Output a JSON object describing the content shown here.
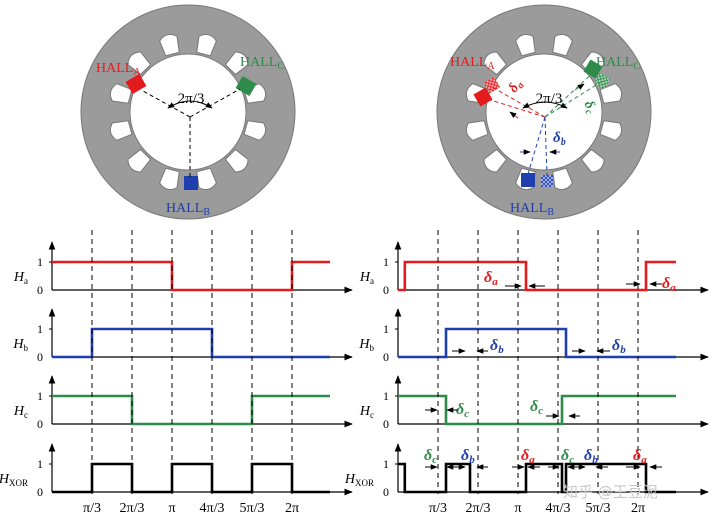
{
  "colors": {
    "a": "#e41a1c",
    "b": "#1f3fae",
    "c": "#2e8b4a",
    "xor": "#000000",
    "stator": "#9b9b9b",
    "watermark": "#c9c9c9"
  },
  "motor_left": {
    "hall_a": "HALL",
    "hall_a_sub": "A",
    "hall_b": "HALL",
    "hall_b_sub": "B",
    "hall_c": "HALL",
    "hall_c_sub": "C",
    "angle": "2π/3"
  },
  "motor_right": {
    "hall_a": "HALL",
    "hall_a_sub": "A",
    "hall_b": "HALL",
    "hall_b_sub": "B",
    "hall_c": "HALL",
    "hall_c_sub": "C",
    "angle": "2π/3",
    "delta_a": "δ",
    "delta_a_sub": "a",
    "delta_b": "δ",
    "delta_b_sub": "b",
    "delta_c": "δ",
    "delta_c_sub": "c"
  },
  "y_labels": {
    "ha": "H",
    "ha_sub": "a",
    "hb": "H",
    "hb_sub": "b",
    "hc": "H",
    "hc_sub": "c",
    "hxor": "H",
    "hxor_sub": "XOR",
    "one": "1",
    "zero": "0"
  },
  "x_ticks": [
    "π/3",
    "2π/3",
    "π",
    "4π/3",
    "5π/3",
    "2π"
  ],
  "right_annotations": {
    "delta": "δ",
    "sub_a": "a",
    "sub_b": "b",
    "sub_c": "c"
  },
  "chart_data": {
    "type": "line",
    "x_ticks": [
      "π/3",
      "2π/3",
      "π",
      "4π/3",
      "5π/3",
      "2π"
    ],
    "left_series": {
      "Ha": {
        "breaks": [
          [
            0,
            1
          ],
          [
            3,
            0
          ],
          [
            6,
            1
          ]
        ]
      },
      "Hb": {
        "breaks": [
          [
            0,
            0
          ],
          [
            1,
            1
          ],
          [
            4,
            0
          ]
        ]
      },
      "Hc": {
        "breaks": [
          [
            0,
            1
          ],
          [
            2,
            0
          ],
          [
            5,
            1
          ]
        ]
      },
      "HXOR": {
        "breaks": [
          [
            0,
            0
          ],
          [
            1,
            1
          ],
          [
            2,
            0
          ],
          [
            3,
            1
          ],
          [
            4,
            0
          ],
          [
            5,
            1
          ],
          [
            6,
            0
          ]
        ]
      }
    },
    "right_series": {
      "Ha": {
        "breaks": [
          [
            0,
            0
          ],
          [
            0.17,
            1
          ],
          [
            3.2,
            0
          ],
          [
            6.2,
            1
          ]
        ]
      },
      "Hb": {
        "breaks": [
          [
            0,
            0
          ],
          [
            1.2,
            1
          ],
          [
            4.2,
            0
          ]
        ]
      },
      "Hc": {
        "breaks": [
          [
            0,
            1
          ],
          [
            1.2,
            0
          ],
          [
            4.1,
            1
          ]
        ]
      },
      "HXOR": {
        "breaks": [
          [
            0,
            1
          ],
          [
            0.17,
            0
          ],
          [
            1.2,
            1
          ],
          [
            1.8,
            0
          ],
          [
            3.2,
            1
          ],
          [
            4.1,
            0
          ],
          [
            4.2,
            1
          ],
          [
            6.2,
            0
          ]
        ]
      }
    }
  },
  "watermark": "知乎 @王豆泥"
}
